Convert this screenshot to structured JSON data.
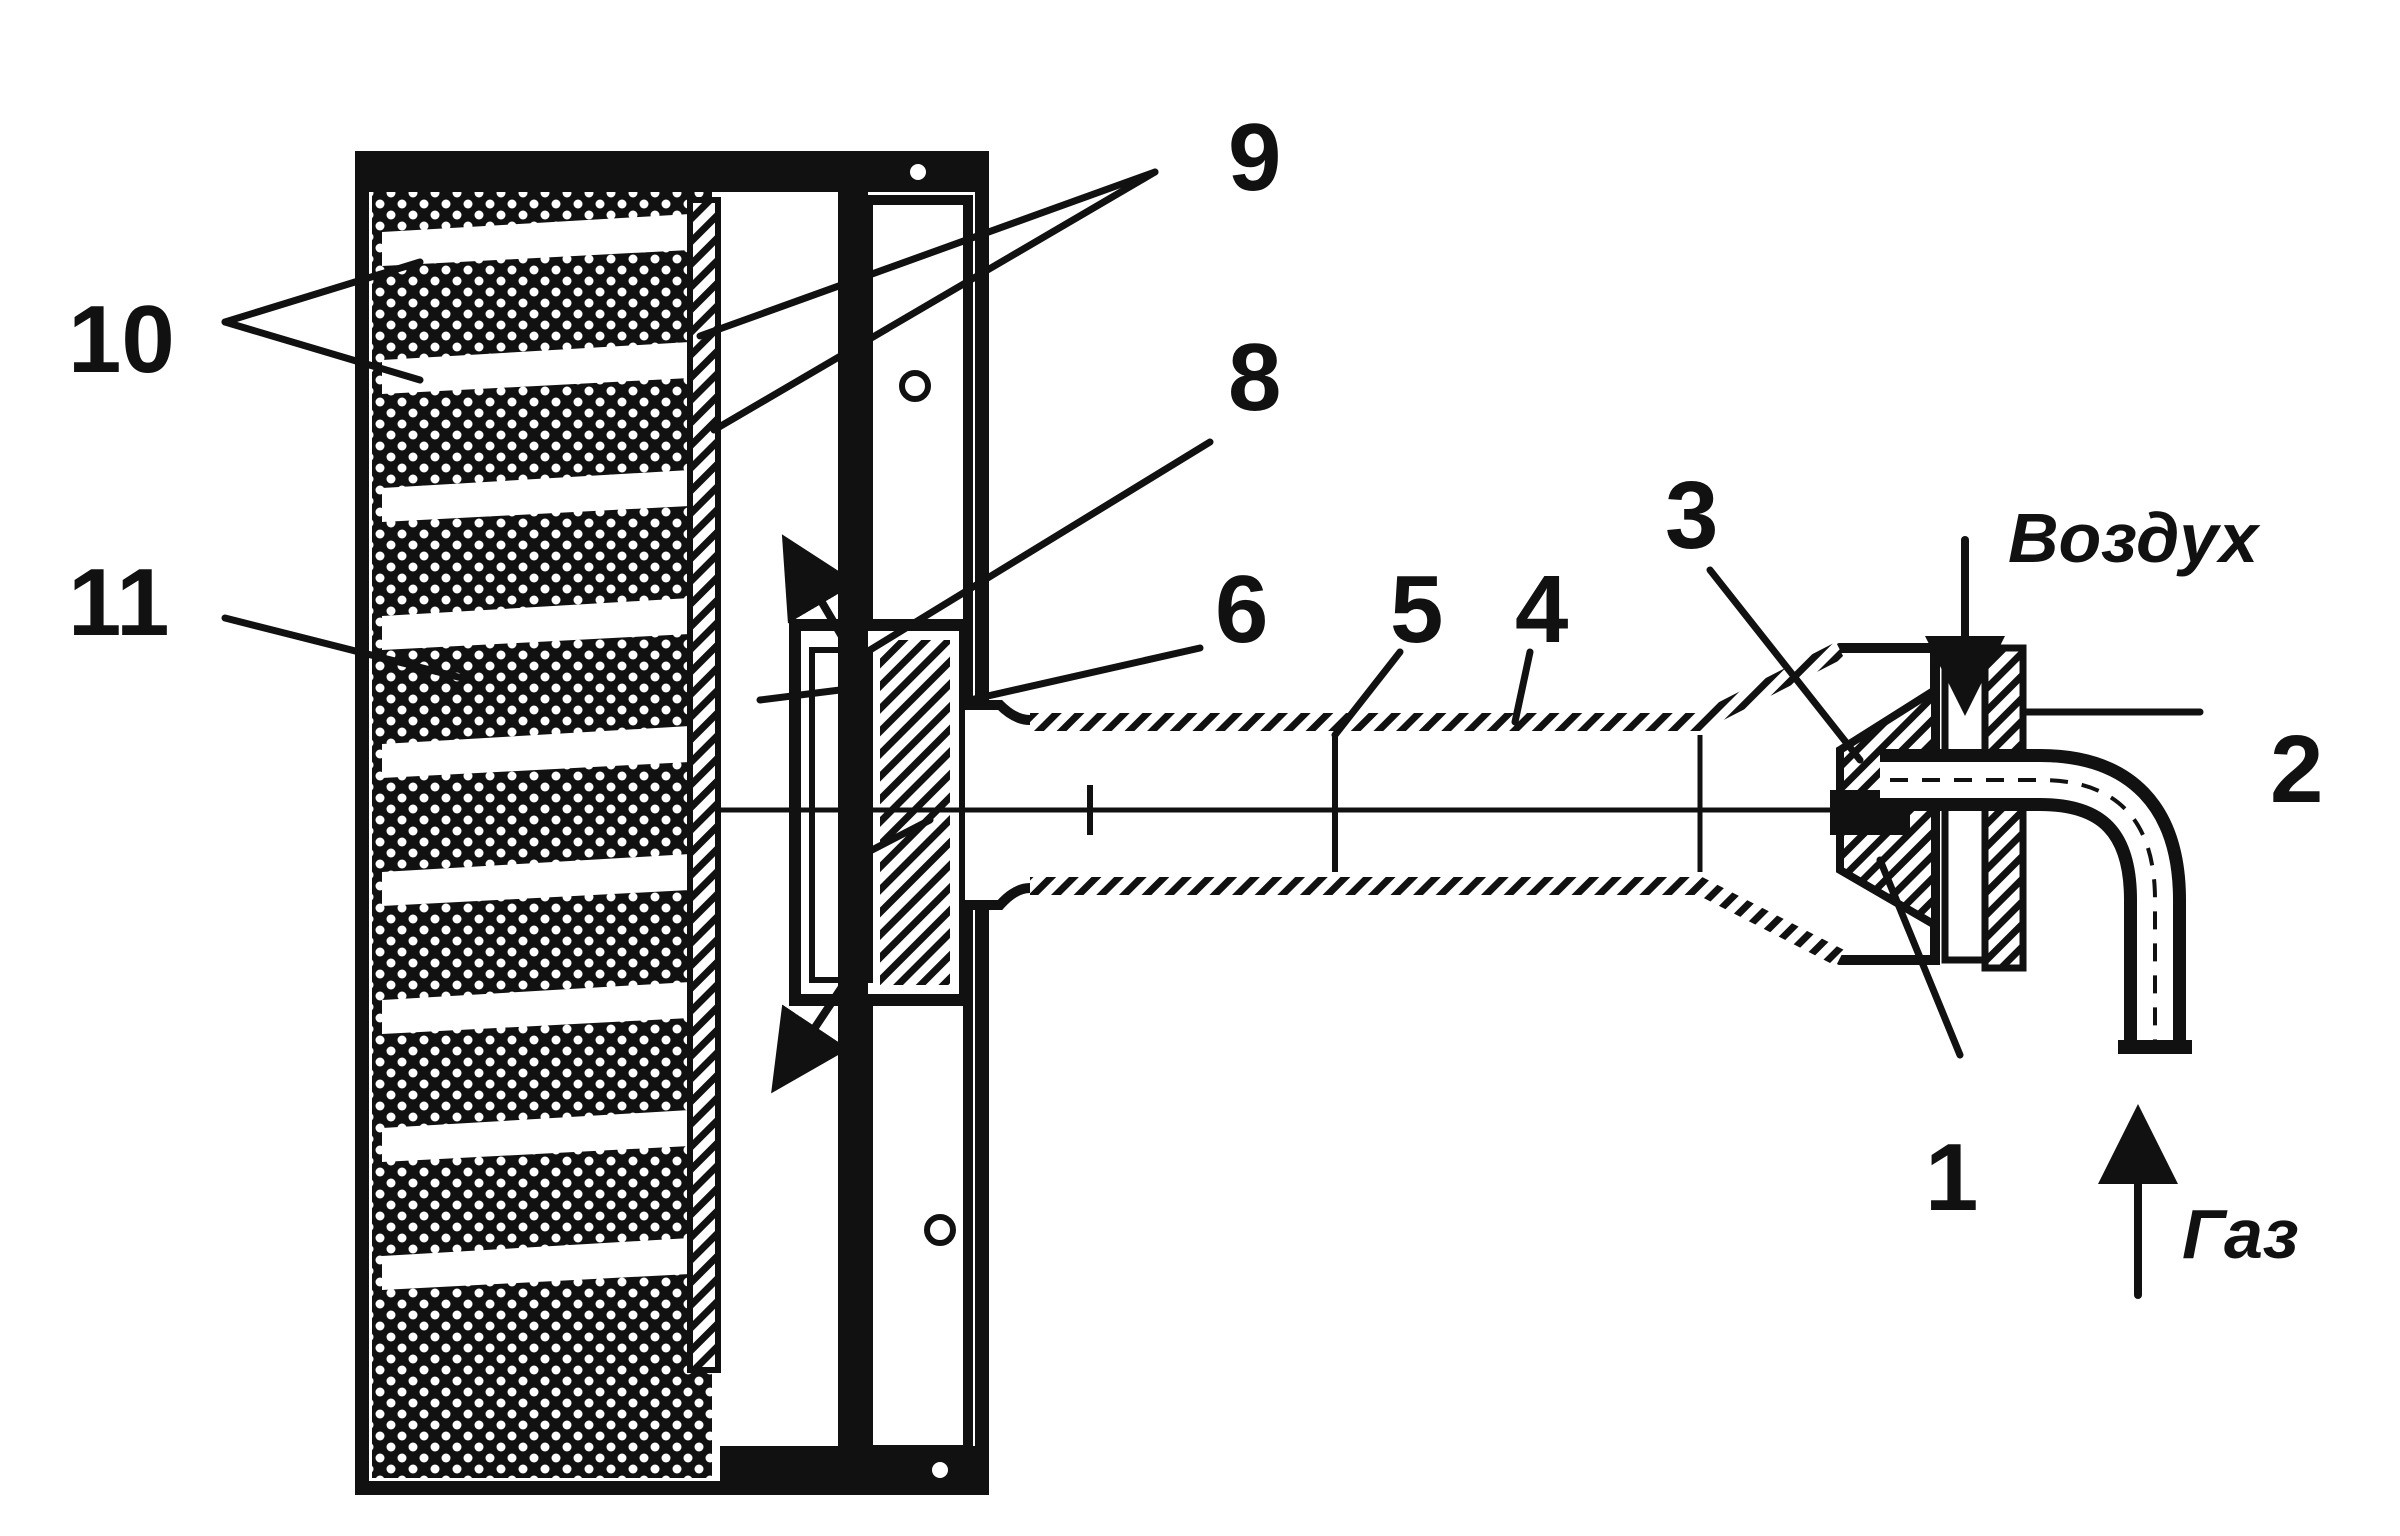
{
  "labels": {
    "n1": "1",
    "n2": "2",
    "n3": "3",
    "n4": "4",
    "n5": "5",
    "n6": "6",
    "n8": "8",
    "n9": "9",
    "n10": "10",
    "n11": "11",
    "air": "Воздух",
    "gas": "Газ"
  },
  "colors": {
    "ink": "#111111",
    "paper": "#ffffff"
  }
}
